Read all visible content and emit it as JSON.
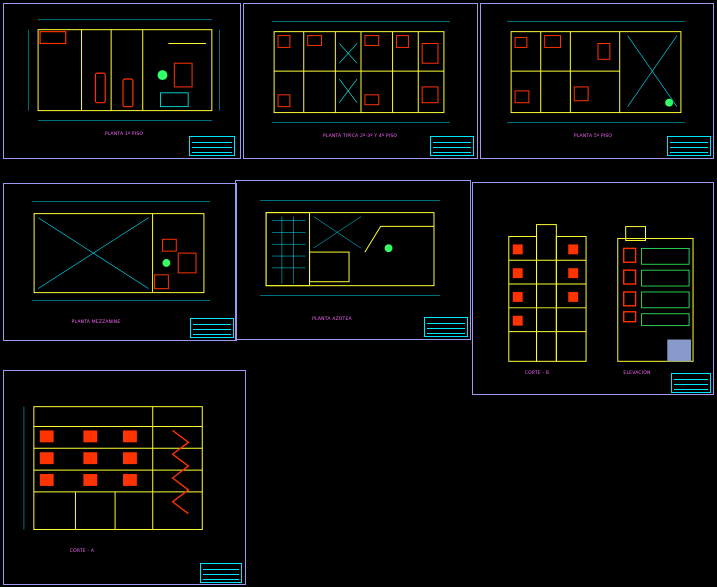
{
  "sheets": [
    {
      "id": "s1",
      "caption": "PLANTA 1º PISO"
    },
    {
      "id": "s2",
      "caption": "PLANTA TIPICA 2º-3º Y 4º PISO"
    },
    {
      "id": "s3",
      "caption": "PLANTA 5º PISO"
    },
    {
      "id": "s4",
      "caption": "PLANTA MEZZANINE"
    },
    {
      "id": "s5",
      "caption": "PLANTA AZOTEA"
    },
    {
      "id": "s6",
      "caption": "CORTE - B",
      "caption2": "ELEVACION"
    },
    {
      "id": "s7",
      "caption": "CORTE - A"
    }
  ],
  "colors": {
    "frame": "#9a9af0",
    "wall": "#ffff33",
    "dimension": "#00e5ff",
    "furniture": "#ff3300",
    "text": "#ff66ff",
    "fixture": "#00ffff",
    "hatch": "#33ff66"
  }
}
